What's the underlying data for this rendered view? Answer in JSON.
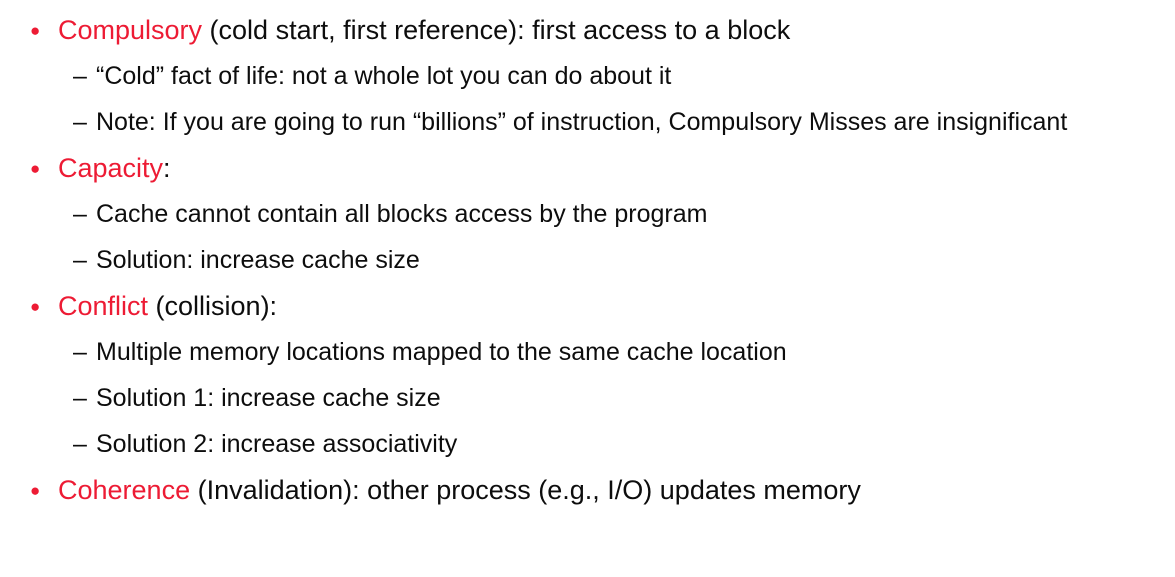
{
  "slide": {
    "background_color": "#ffffff",
    "accent_red": "#ed1b34",
    "text_color": "#0d0d0d",
    "markers": {
      "bullet": "●",
      "dash": "–"
    },
    "bullets": [
      {
        "level": 1,
        "keyword": "Compulsory",
        "rest": " (cold start, first reference): first access to a block"
      },
      {
        "level": 2,
        "text": "“Cold” fact of life: not a whole lot you can do about it"
      },
      {
        "level": 2,
        "text": "Note: If you are going to run “billions” of instruction, Compulsory Misses are insignificant"
      },
      {
        "level": 1,
        "keyword": "Capacity",
        "rest": ":"
      },
      {
        "level": 2,
        "text": "Cache cannot contain all blocks access by the program"
      },
      {
        "level": 2,
        "text": "Solution: increase cache size"
      },
      {
        "level": 1,
        "keyword": "Conflict",
        "rest": " (collision):"
      },
      {
        "level": 2,
        "text": "Multiple memory locations mapped to the same cache location"
      },
      {
        "level": 2,
        "text": "Solution 1: increase cache size"
      },
      {
        "level": 2,
        "text": "Solution 2: increase associativity"
      },
      {
        "level": 1,
        "keyword": "Coherence",
        "rest": " (Invalidation): other process (e.g., I/O) updates memory"
      }
    ]
  }
}
